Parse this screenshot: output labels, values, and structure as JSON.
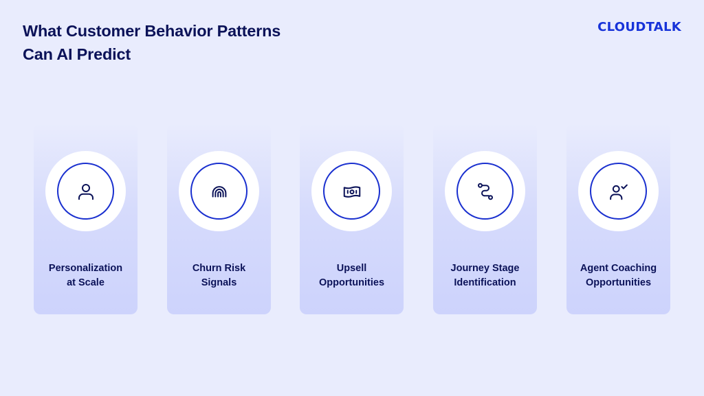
{
  "header": {
    "title_line1": "What Customer Behavior Patterns",
    "title_line2": "Can AI Predict",
    "logo_text": "CLOUDTALK"
  },
  "cards": [
    {
      "label_line1": "Personalization",
      "label_line2": "at Scale",
      "icon": "user-icon"
    },
    {
      "label_line1": "Churn Risk",
      "label_line2": "Signals",
      "icon": "signal-waves-icon"
    },
    {
      "label_line1": "Upsell",
      "label_line2": "Opportunities",
      "icon": "cash-bill-icon"
    },
    {
      "label_line1": "Journey Stage",
      "label_line2": "Identification",
      "icon": "route-path-icon"
    },
    {
      "label_line1": "Agent Coaching",
      "label_line2": "Opportunities",
      "icon": "user-check-icon"
    }
  ],
  "colors": {
    "background": "#e9ecfd",
    "title": "#0b1258",
    "accent": "#1a30cf",
    "logo": "#1733d9"
  }
}
